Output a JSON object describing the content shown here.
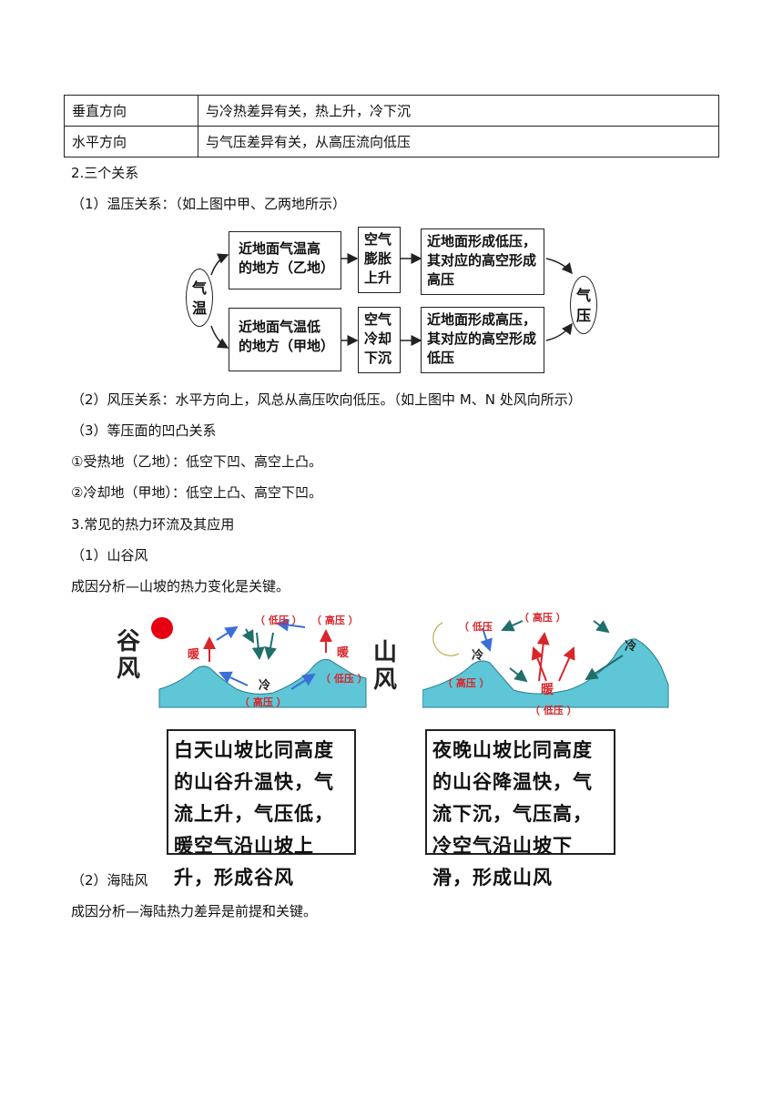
{
  "table": [
    {
      "label": "垂直方向",
      "desc": "与冷热差异有关，热上升，冷下沉"
    },
    {
      "label": "水平方向",
      "desc": "与气压差异有关，从高压流向低压"
    }
  ],
  "sections": {
    "three_relations": "2.三个关系",
    "temp_pressure": "（1）温压关系：（如上图中甲、乙两地所示）",
    "wind_pressure": "（2）风压关系：水平方向上，风总从高压吹向低压。（如上图中 M、N 处风向所示）",
    "isobar": "（3）等压面的凹凸关系",
    "heated": "①受热地（乙地）：低空下凹、高空上凸。",
    "cooled": "②冷却地（甲地）：低空上凸、高空下凹。",
    "circulation": "3.常见的热力环流及其应用",
    "valley": "（1）山谷风",
    "valley_cause": "成因分析—山坡的热力变化是关键。",
    "sea_land": "（2）海陆风",
    "sea_land_cause": "成因分析—海陆热力差异是前提和关键。"
  },
  "flowchart": {
    "left_node": "气温",
    "right_node": "气压",
    "top": {
      "cond": "近地面气温高的地方（乙地）",
      "act": "空气膨胀上升",
      "result": "近地面形成低压，其对应的高空形成高压"
    },
    "bottom": {
      "cond": "近地面气温低的地方（甲地）",
      "act": "空气冷却下沉",
      "result": "近地面形成高压，其对应的高空形成低压"
    }
  },
  "valley_diagram": {
    "day": {
      "title": "谷风",
      "labels": {
        "low_high": "（ 低压 ）",
        "high_high": "（ 高压 ）",
        "warm_left": "暖",
        "warm_right": "暖",
        "cold": "冷",
        "low_right": "（ 低压 ）",
        "high_bottom": "（ 高压 ）"
      },
      "caption": "白天山坡比同高度的山谷升温快，气流上升，气压低，暖空气沿山坡上升，形成谷风"
    },
    "night": {
      "title": "山风",
      "labels": {
        "low_left": "（ 低压",
        "high_top": "（ 高压 ）",
        "cold_left": "冷",
        "cold_right": "冷",
        "high_left": "（ 高压 ）",
        "warm": "暖",
        "low_bottom": "（ 低压 ）"
      },
      "caption": "夜晚山坡比同高度的山谷降温快，气流下沉，气压高，冷空气沿山坡下滑，形成山风"
    }
  },
  "colors": {
    "arrow_red": "#d9262b",
    "arrow_blue": "#3a6fd8",
    "arrow_teal": "#1f6f6a",
    "land": "#5ec6d6",
    "sun": "#e60012",
    "moon": "#f2e17a"
  }
}
